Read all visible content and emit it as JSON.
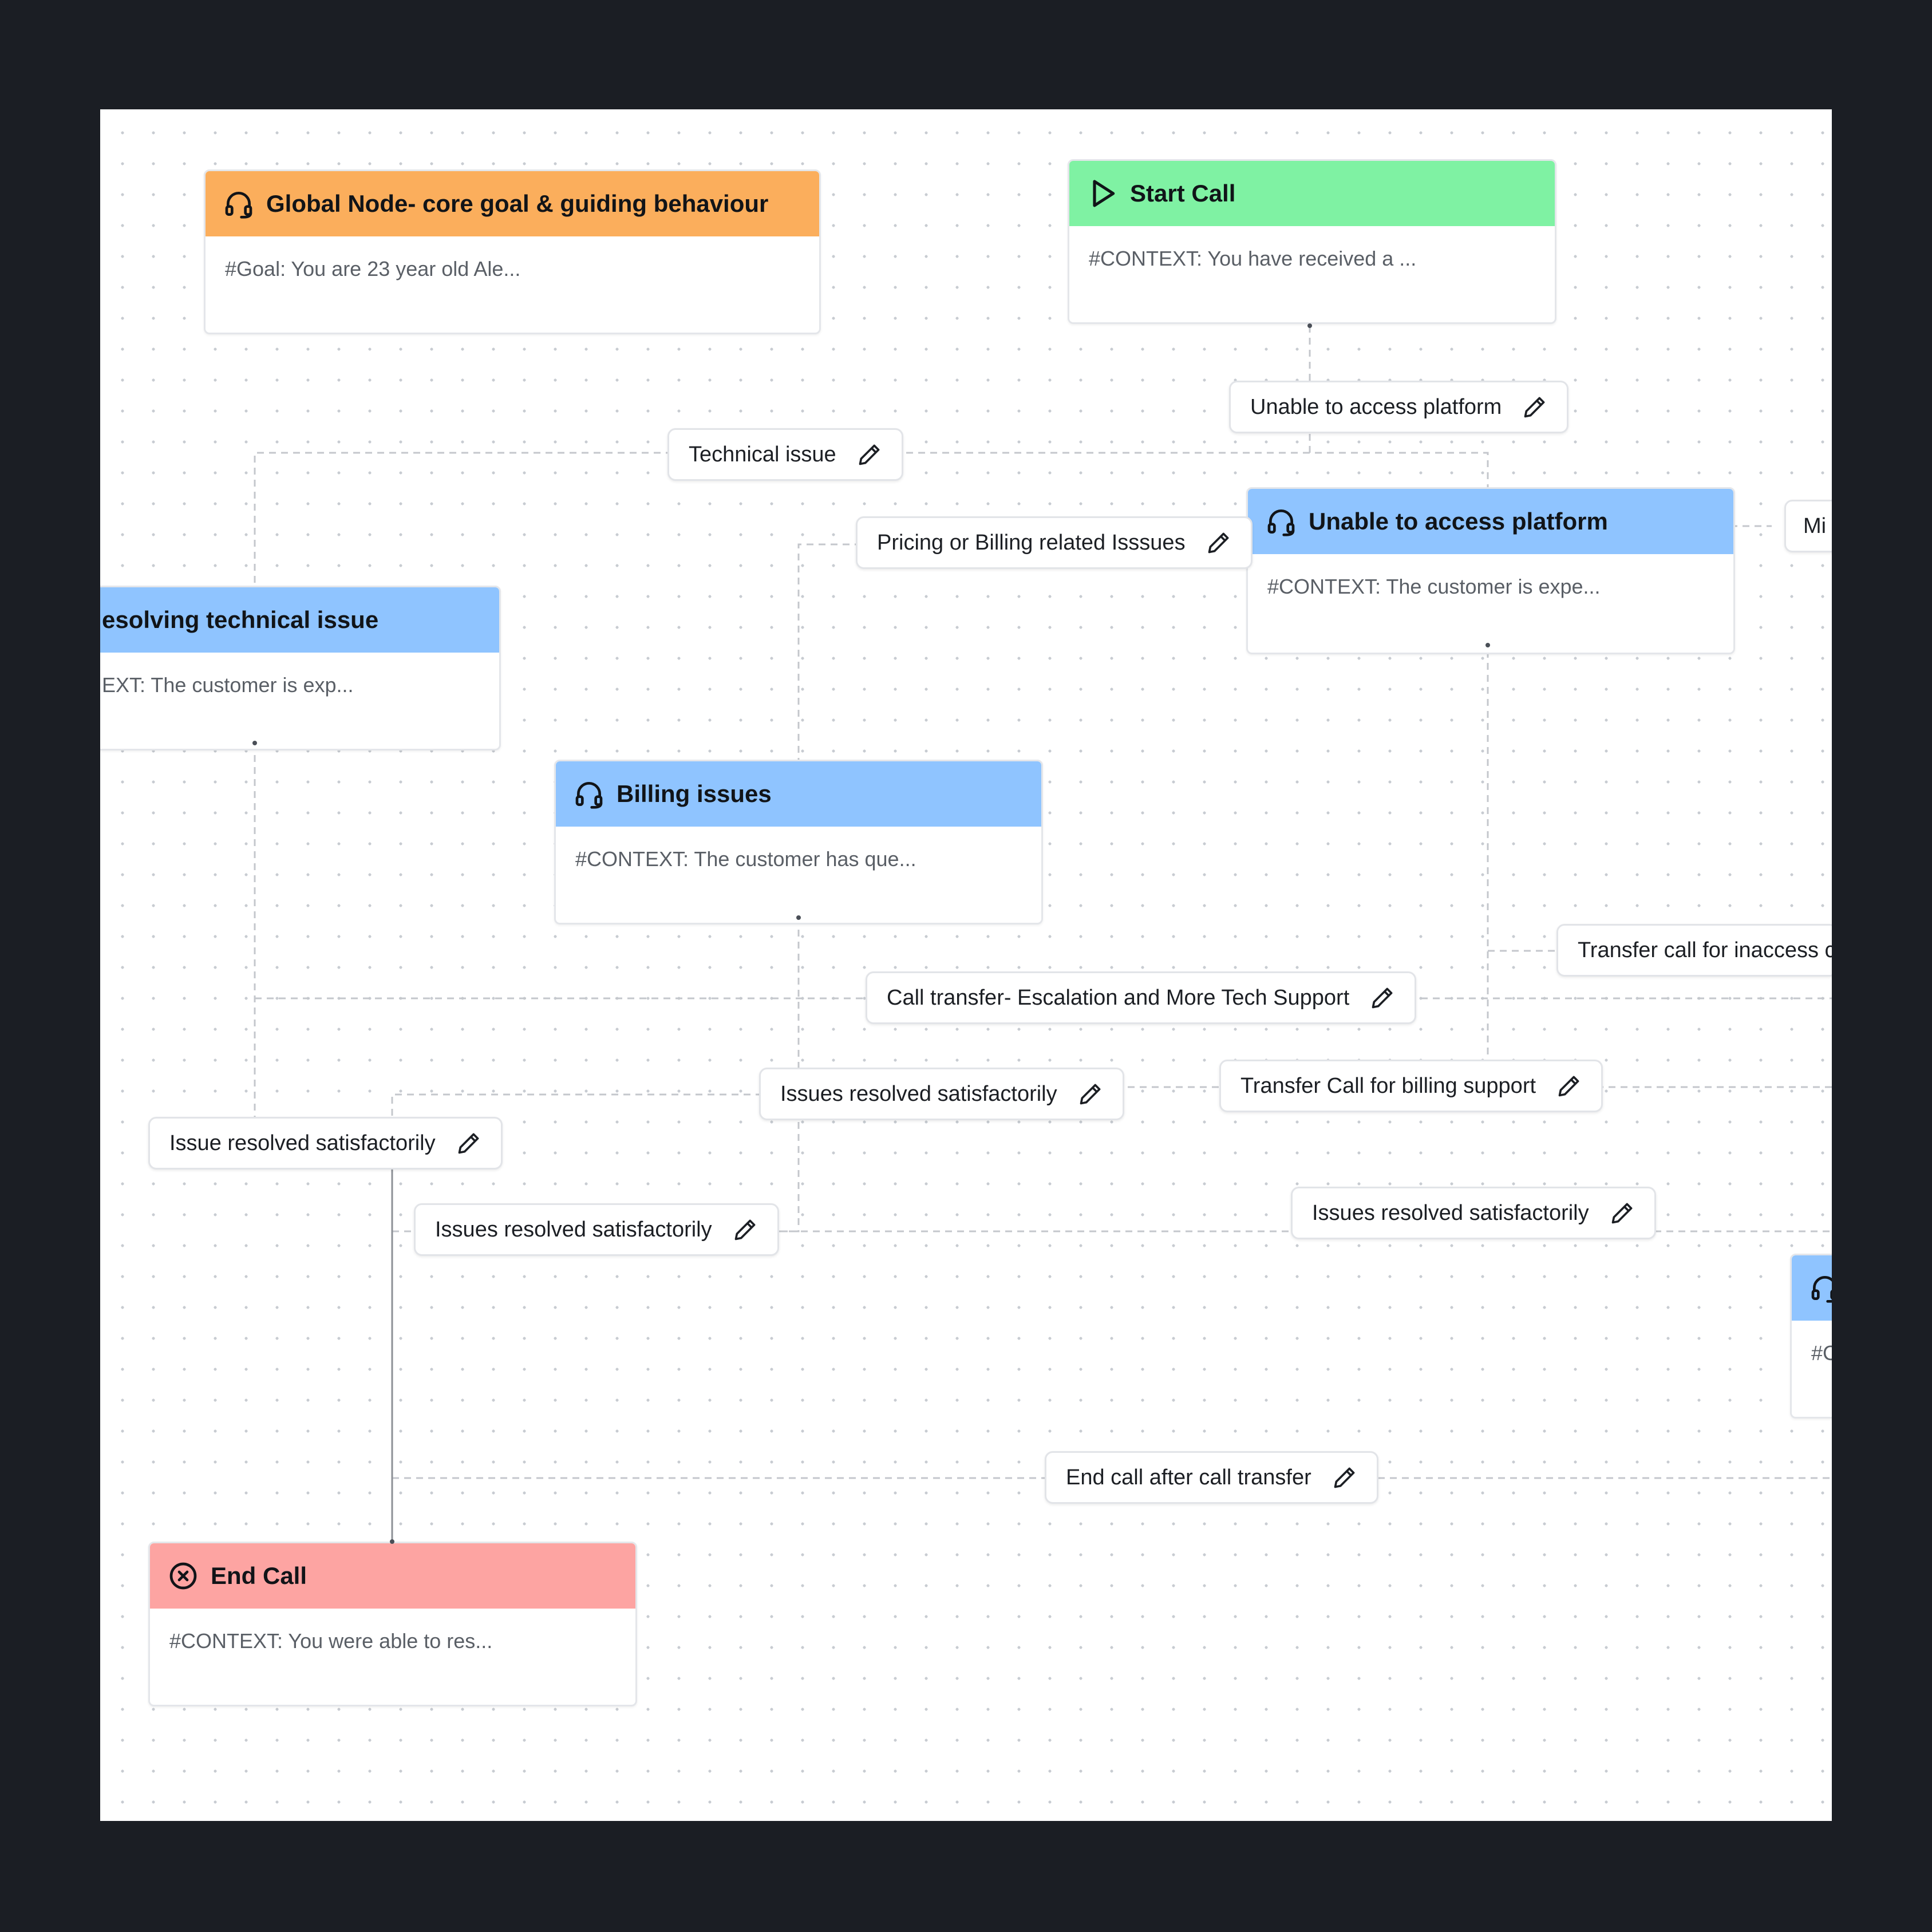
{
  "canvas": {
    "nodes": {
      "global": {
        "title": "Global Node- core goal & guiding behaviour",
        "body": "#Goal: You are 23 year old Ale...",
        "icon": "headset-icon",
        "color": "#fbae5c"
      },
      "start": {
        "title": "Start Call",
        "body": "#CONTEXT: You have received a ...",
        "icon": "play-icon",
        "color": "#7ff2a3"
      },
      "unable": {
        "title": "Unable to access platform",
        "body": "#CONTEXT: The customer is expe...",
        "icon": "headset-icon",
        "color": "#8fc4ff"
      },
      "technical": {
        "title": "esolving technical issue",
        "body": "EXT: The customer is exp...",
        "icon": "headset-icon",
        "color": "#8fc4ff"
      },
      "billing": {
        "title": "Billing issues",
        "body": "#CONTEXT: The customer has que...",
        "icon": "headset-icon",
        "color": "#8fc4ff"
      },
      "end": {
        "title": "End Call",
        "body": "#CONTEXT: You were able to res...",
        "icon": "close-circle-icon",
        "color": "#fda4a2"
      },
      "partial_right_mid": {
        "body": "#C",
        "icon": "headset-icon",
        "color": "#8fc4ff"
      }
    },
    "edges": {
      "unable_to_access": "Unable to access platform",
      "technical_issue": "Technical issue",
      "pricing_billing": "Pricing or Billing related Isssues",
      "partial_mi": "Mi",
      "transfer_inaccess": "Transfer call for inaccess c",
      "call_transfer_escalation": "Call transfer- Escalation and More Tech Support",
      "transfer_billing": "Transfer Call for billing support",
      "issues_resolved_billing": "Issues resolved satisfactorily",
      "issue_resolved_technical": "Issue resolved satisfactorily",
      "issues_resolved_lower": "Issues resolved satisfactorily",
      "issues_resolved_right": "Issues resolved satisfactorily",
      "end_after_transfer": "End call after call transfer"
    }
  }
}
